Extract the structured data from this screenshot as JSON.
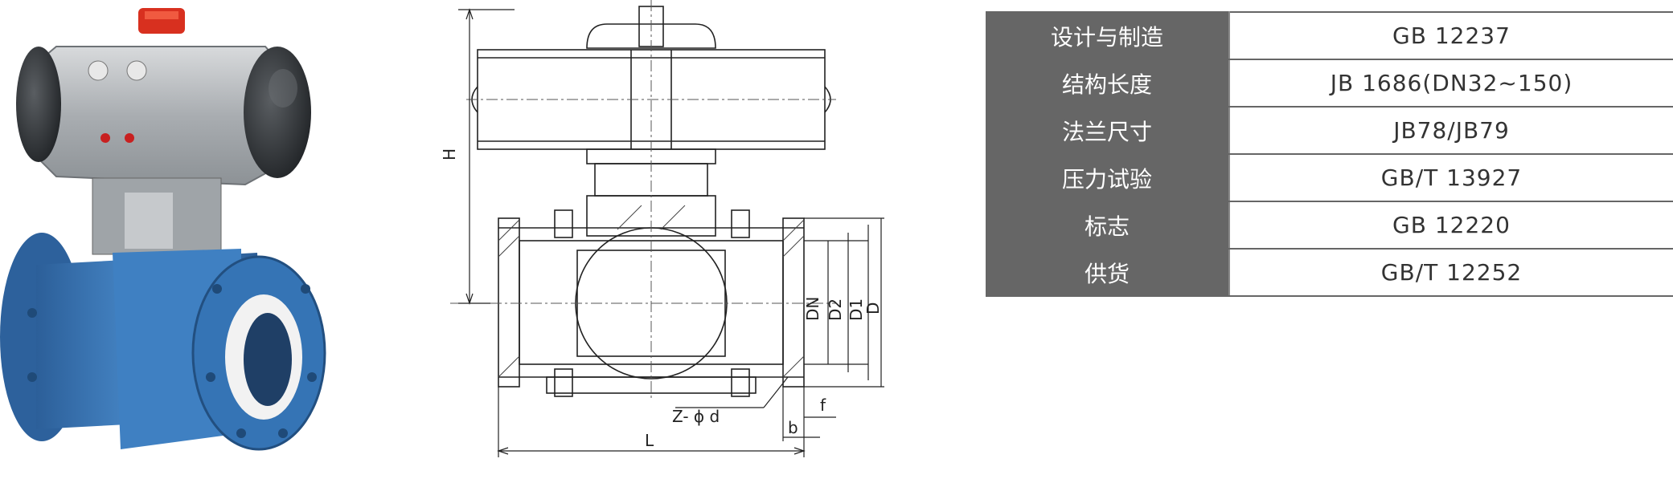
{
  "product_photo": {
    "label": "pneumatic-ptfe-lined-ball-valve-photo"
  },
  "drawing": {
    "dims": {
      "H": "H",
      "DN": "DN",
      "D2": "D2",
      "D1": "D1",
      "D": "D",
      "L": "L",
      "b": "b",
      "f": "f",
      "Zd": "Z- ϕ d"
    }
  },
  "spec_table": {
    "rows": [
      {
        "key": "设计与制造",
        "value": "GB 12237"
      },
      {
        "key": "结构长度",
        "value": "JB 1686(DN32~150)"
      },
      {
        "key": "法兰尺寸",
        "value": "JB78/JB79"
      },
      {
        "key": "压力试验",
        "value": "GB/T 13927"
      },
      {
        "key": "标志",
        "value": "GB 12220"
      },
      {
        "key": "供货",
        "value": "GB/T 12252"
      }
    ]
  },
  "colors": {
    "valve_body": "#3a78b8",
    "actuator": "#b8bcc0",
    "table_header": "#666666"
  }
}
